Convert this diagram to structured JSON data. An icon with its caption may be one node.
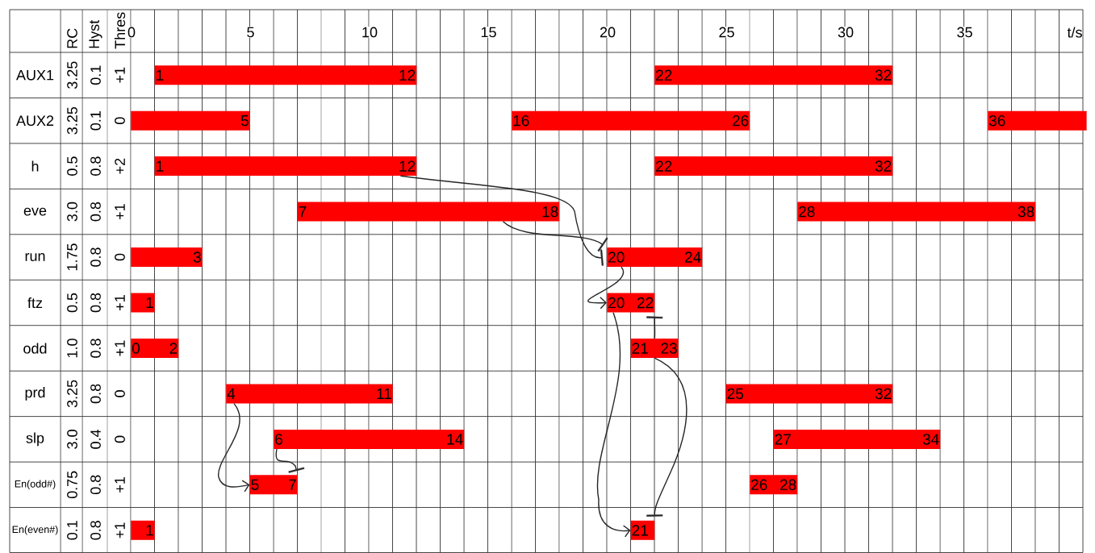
{
  "diagram": {
    "nodes": [
      {
        "text": [
          "1",
          "12"
        ]
      },
      {
        "text": [
          "22",
          "32"
        ]
      },
      {
        "text": [
          "5"
        ]
      },
      {
        "text": [
          "16",
          "26"
        ]
      },
      {
        "text": [
          "36"
        ]
      },
      {
        "text": [
          "1",
          "12"
        ]
      },
      {
        "text": [
          "22",
          "32"
        ]
      },
      {
        "text": [
          "7",
          "18"
        ]
      },
      {
        "text": [
          "28",
          "38"
        ]
      },
      {
        "text": [
          "3"
        ]
      },
      {
        "text": [
          "20",
          "24"
        ]
      },
      {
        "text": [
          "1"
        ]
      },
      {
        "text": [
          "20",
          "22"
        ]
      },
      {
        "text": [
          "0",
          "2"
        ]
      },
      {
        "text": [
          "21",
          "23"
        ]
      },
      {
        "text": [
          "4",
          "11"
        ]
      },
      {
        "text": [
          "25",
          "32"
        ]
      },
      {
        "text": [
          "6",
          "14"
        ]
      },
      {
        "text": [
          "27",
          "34"
        ]
      },
      {
        "text": [
          "5",
          "7"
        ]
      },
      {
        "text": [
          "26",
          "28"
        ]
      },
      {
        "text": [
          "1"
        ]
      },
      {
        "text": [
          "21"
        ]
      }
    ],
    "edges": [
      {
        "from": 5,
        "to": 10,
        "arrow": "other"
      },
      {
        "from": 7,
        "to": 10,
        "arrow": "other"
      },
      {
        "from": 10,
        "to": 12,
        "arrow": "to"
      },
      {
        "from": 14,
        "to": 12,
        "arrow": "other"
      },
      {
        "from": 12,
        "to": 22,
        "arrow": "to"
      },
      {
        "from": 14,
        "to": 22,
        "arrow": "other"
      },
      {
        "from": 15,
        "to": 19,
        "arrow": "to"
      },
      {
        "from": 17,
        "to": 19,
        "arrow": "other"
      }
    ],
    "labels": [
      "RC",
      "Hyst",
      "Thres",
      "0",
      "5",
      "10",
      "15",
      "20",
      "25",
      "30",
      "35",
      "t/s",
      "AUX1",
      "3.25",
      "0.1",
      "+1",
      "AUX2",
      "3.25",
      "0.1",
      "0",
      "h",
      "0.5",
      "0.8",
      "+2",
      "eve",
      "3.0",
      "0.8",
      "+1",
      "run",
      "1.75",
      "0.8",
      "0",
      "ftz",
      "0.5",
      "0.8",
      "+1",
      "odd",
      "1.0",
      "0.8",
      "+1",
      "prd",
      "3.25",
      "0.8",
      "0",
      "slp",
      "3.0",
      "0.4",
      "0",
      "En(odd#)",
      "0.75",
      "0.8",
      "+1",
      "En(even#)",
      "0.1",
      "0.8",
      "+1"
    ]
  }
}
